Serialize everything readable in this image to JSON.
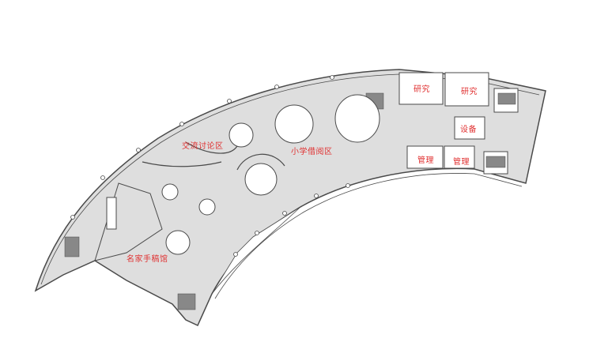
{
  "title": "Floor plan",
  "colors": {
    "floor": "#dedede",
    "wall": "#4a4a4a",
    "room": "#ffffff",
    "label": "#e03030"
  },
  "zones": {
    "discussion": "交流讨论区",
    "primary_reading": "小学借阅区",
    "manuscripts": "名家手稿馆"
  },
  "rooms": {
    "research_1": "研究",
    "research_2": "研究",
    "equipment": "设备",
    "management_1": "管理",
    "management_2": "管理"
  }
}
